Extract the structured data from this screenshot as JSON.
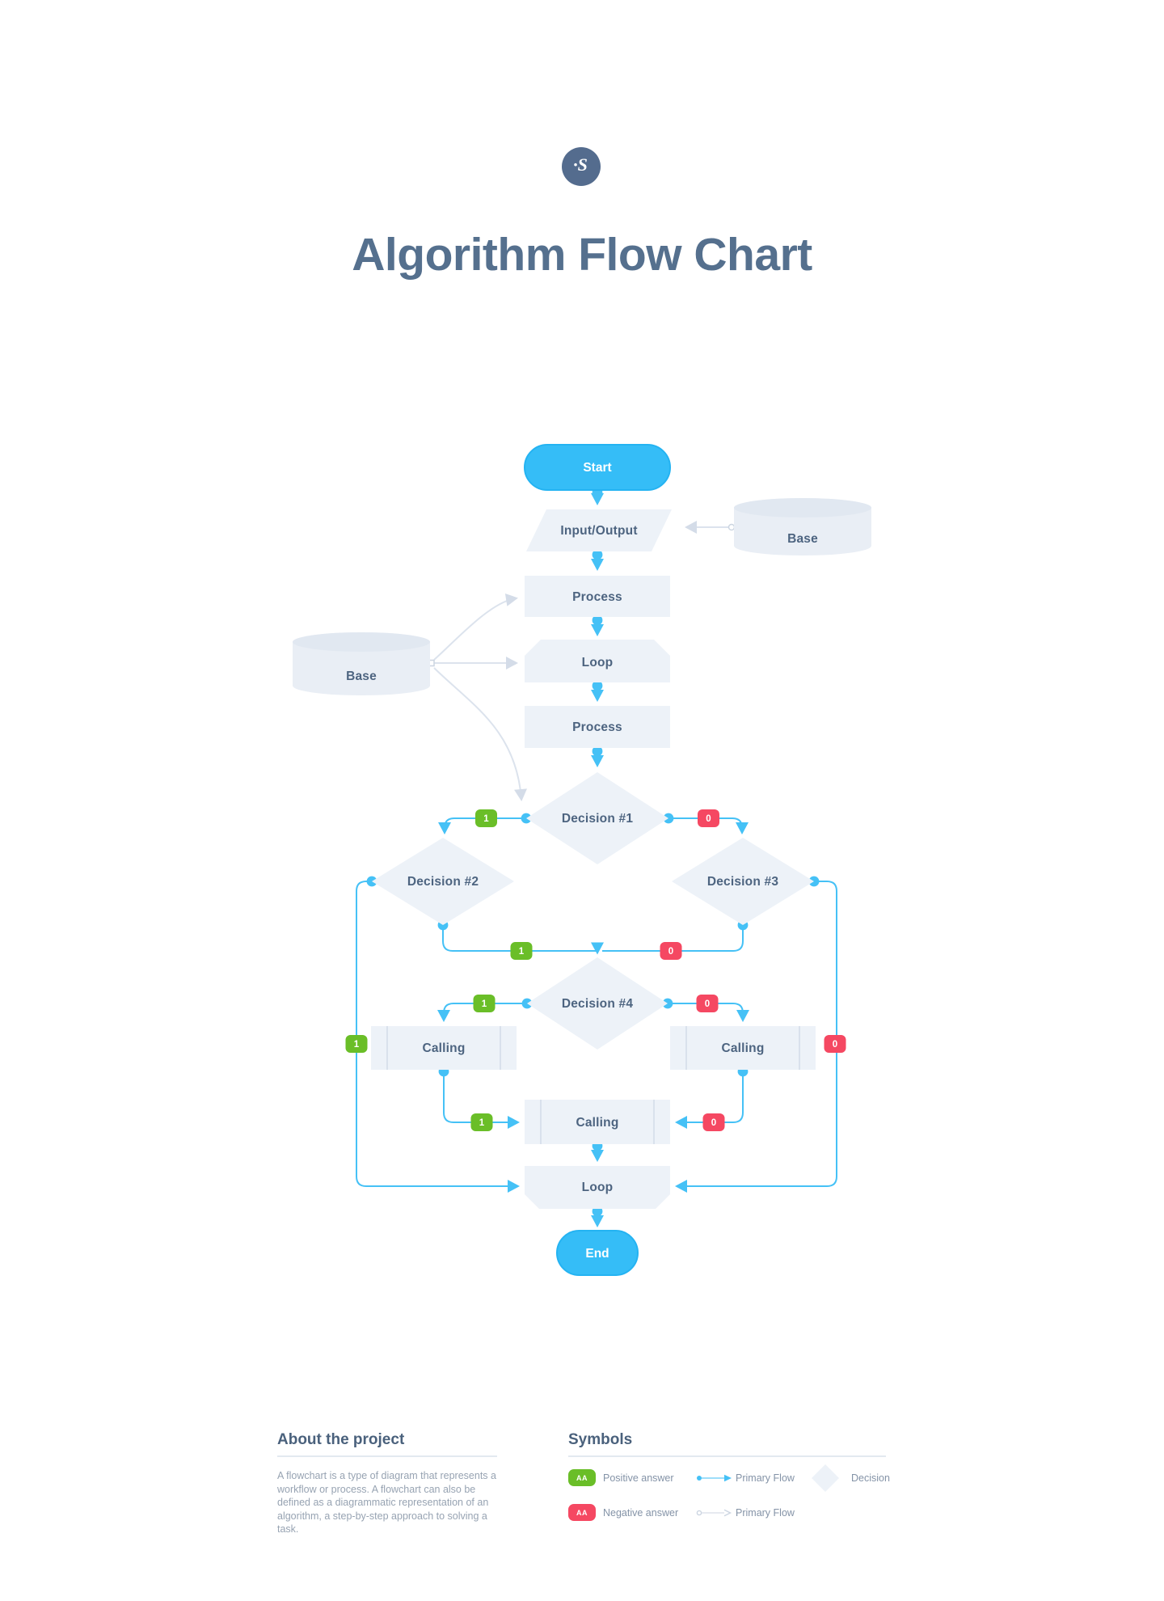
{
  "header": {
    "logo_icon": "script-s-logo",
    "logo_glyph": "·S",
    "title": "Algorithm Flow Chart"
  },
  "flowchart": {
    "nodes": {
      "start": "Start",
      "input_output": "Input/Output",
      "base_right": "Base",
      "base_left": "Base",
      "process_1": "Process",
      "loop_1": "Loop",
      "process_2": "Process",
      "decision_1": "Decision #1",
      "decision_2": "Decision #2",
      "decision_3": "Decision #3",
      "decision_4": "Decision #4",
      "calling_left": "Calling",
      "calling_right": "Calling",
      "calling_center": "Calling",
      "loop_2": "Loop",
      "end": "End"
    },
    "badges": {
      "positive": "1",
      "negative": "0"
    }
  },
  "colors": {
    "accent_blue": "#45c1f6",
    "terminal_fill": "#35bdf7",
    "terminal_stroke": "#24b3f2",
    "node_fill": "#edf2f8",
    "cylinder_fill": "#e9eef5",
    "gray_line": "#dce3ed",
    "positive_green": "#6abe28",
    "negative_red": "#f54862",
    "node_text": "#4d6480",
    "title_text": "#55708e",
    "logo_bg": "#546c8e"
  },
  "footer": {
    "about": {
      "heading": "About the project",
      "body": "A flowchart is a type of diagram that represents a workflow or process. A flowchart can also be defined as a diagrammatic representation of an algorithm, a step-by-step approach to solving a task."
    },
    "symbols": {
      "heading": "Symbols",
      "positive_badge": "AA",
      "positive_label": "Positive answer",
      "negative_badge": "AA",
      "negative_label": "Negative answer",
      "primary_flow_blue_label": "Primary Flow",
      "primary_flow_gray_label": "Primary Flow",
      "decision_label": "Decision"
    }
  }
}
